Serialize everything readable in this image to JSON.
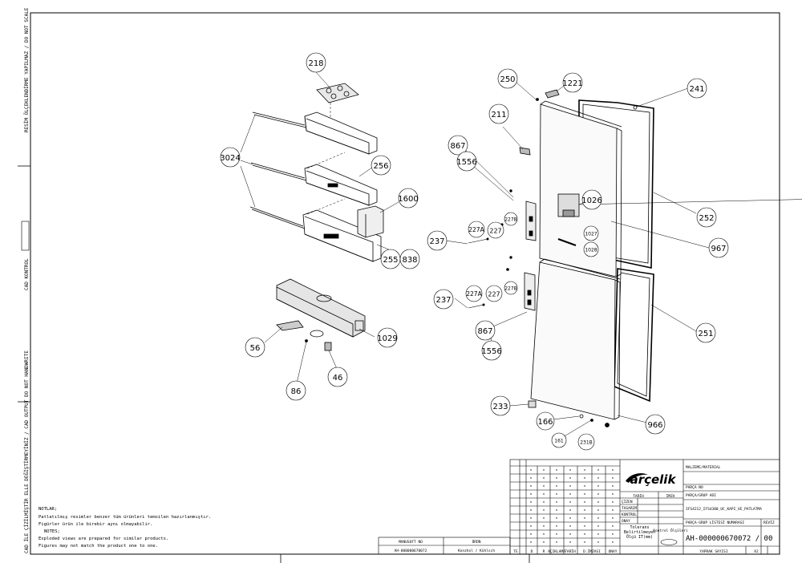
{
  "margin_notes": {
    "top": "RESİM ÖLÇEKLENDİRME YAPILMAZ / DO NOT SCALE",
    "mid": "CAD KONTROL",
    "bottom": "CAD İLE ÇİZİLMİŞTİR ELLE DEĞİŞTİRMEYİNİZ / CAD OUTPUT DO NOT HANDWRITE"
  },
  "callouts": [
    {
      "id": "c218",
      "label": "218"
    },
    {
      "id": "c3024",
      "label": "3024"
    },
    {
      "id": "c256",
      "label": "256"
    },
    {
      "id": "c1600",
      "label": "1600"
    },
    {
      "id": "c255",
      "label": "255"
    },
    {
      "id": "c838",
      "label": "838"
    },
    {
      "id": "c56",
      "label": "56"
    },
    {
      "id": "c86",
      "label": "86"
    },
    {
      "id": "c46",
      "label": "46"
    },
    {
      "id": "c1029",
      "label": "1029"
    },
    {
      "id": "c250",
      "label": "250"
    },
    {
      "id": "c1221",
      "label": "1221"
    },
    {
      "id": "c241",
      "label": "241"
    },
    {
      "id": "c211",
      "label": "211"
    },
    {
      "id": "c867a",
      "label": "867"
    },
    {
      "id": "c1556a",
      "label": "1556"
    },
    {
      "id": "c1026",
      "label": "1026"
    },
    {
      "id": "c252",
      "label": "252"
    },
    {
      "id": "c237a",
      "label": "237"
    },
    {
      "id": "c227Aa",
      "label": "227A"
    },
    {
      "id": "c227a",
      "label": "227"
    },
    {
      "id": "c227Ba",
      "label": "227B"
    },
    {
      "id": "c1027",
      "label": "1027"
    },
    {
      "id": "c1028",
      "label": "1028"
    },
    {
      "id": "c967",
      "label": "967"
    },
    {
      "id": "c237b",
      "label": "237"
    },
    {
      "id": "c227Ab",
      "label": "227A"
    },
    {
      "id": "c227b",
      "label": "227"
    },
    {
      "id": "c227Bb",
      "label": "227B"
    },
    {
      "id": "c867b",
      "label": "867"
    },
    {
      "id": "c1556b",
      "label": "1556"
    },
    {
      "id": "c251",
      "label": "251"
    },
    {
      "id": "c233",
      "label": "233"
    },
    {
      "id": "c166",
      "label": "166"
    },
    {
      "id": "c161",
      "label": "161"
    },
    {
      "id": "c231B",
      "label": "231B"
    },
    {
      "id": "c966",
      "label": "966"
    }
  ],
  "notes": {
    "heading_tr": "NOTLAR;",
    "line1_tr": "Patlatılmış resimler benzer tüm ürünleri temsilen hazırlanmıştır.",
    "line2_tr": "Figürler ürün ile birebir aynı olmayabilir.",
    "heading_en": "NOTES;",
    "line1_en": "Exploded views are prepared for similar products.",
    "line2_en": "Figures may not match the product one to one."
  },
  "doc_ref": {
    "col1_header": "MANUSOFT NO",
    "col2_header": "ÜRÜN",
    "col1_value": "AH-000000670072",
    "col2_value": "Konzhol / Kühlsch"
  },
  "title_block": {
    "brand": "arçelik",
    "material_label": "MALZEME/MATERIAL",
    "part_no_label": "PARÇA NO",
    "group_label": "PARÇA/GRUP ADI",
    "group_value": "IFS4212_IFS4300_UC_KAPI_VE_PATLATMA",
    "list_label": "PARÇA-GRUP LİSTESİ NUMARASI",
    "rev_label": "REVİZ",
    "drawing_no": "AH-000000670072 / 00",
    "tolerance_label": "Tolerans Belirtilmeyen Ölçü IT(mm)",
    "control_label": "Kontrol Ölçüleri",
    "sheet_label": "YAPRAK SAYISI",
    "size_label": "A2",
    "date_label": "TARİH",
    "sign_label": "İMZA",
    "drawn": "ÇİZEN",
    "designed": "TASARIM",
    "checked": "KONTROL",
    "approved": "ONAY",
    "rev_headers": [
      "TE",
      "D",
      "R",
      "AÇIKLAMA",
      "TARİH",
      "D.İMZASI",
      "ONAY"
    ]
  }
}
